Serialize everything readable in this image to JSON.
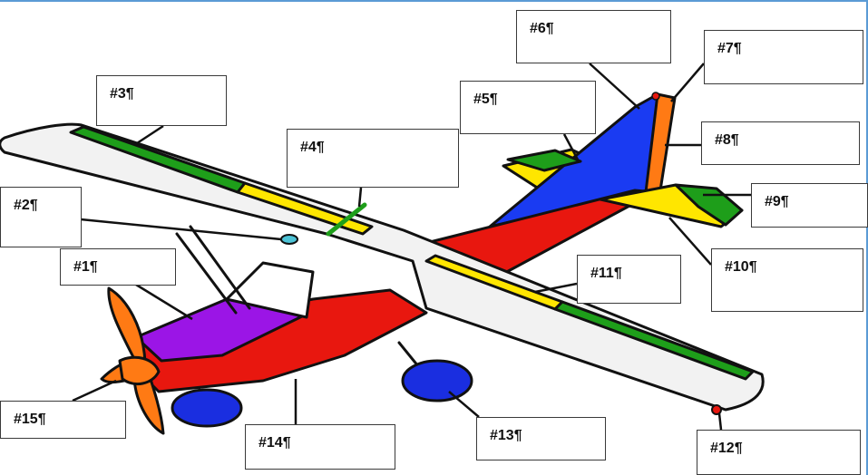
{
  "colors": {
    "outline": "#111111",
    "wing": "#f2f2f2",
    "fuselage": "#e8170f",
    "cockpit": "#9b15e6",
    "rudder": "#ff7a14",
    "vertical_fin": "#1a3bf2",
    "aileron": "#1e9e1a",
    "flap": "#ffe600",
    "propeller": "#ff7a14",
    "wheels": "#1a2ee0",
    "pitot_tube": "#4dc3d6",
    "nav_light": "#e8170f"
  },
  "labels": {
    "l1": "#1¶",
    "l2": "#2¶",
    "l3": "#3¶",
    "l4": "#4¶",
    "l5": "#5¶",
    "l6": "#6¶",
    "l7": "#7¶",
    "l8": "#8¶",
    "l9": "#9¶",
    "l10": "#10¶",
    "l11": "#11¶",
    "l12": "#12¶",
    "l13": "#13¶",
    "l14": "#14¶",
    "l15": "#15¶"
  }
}
